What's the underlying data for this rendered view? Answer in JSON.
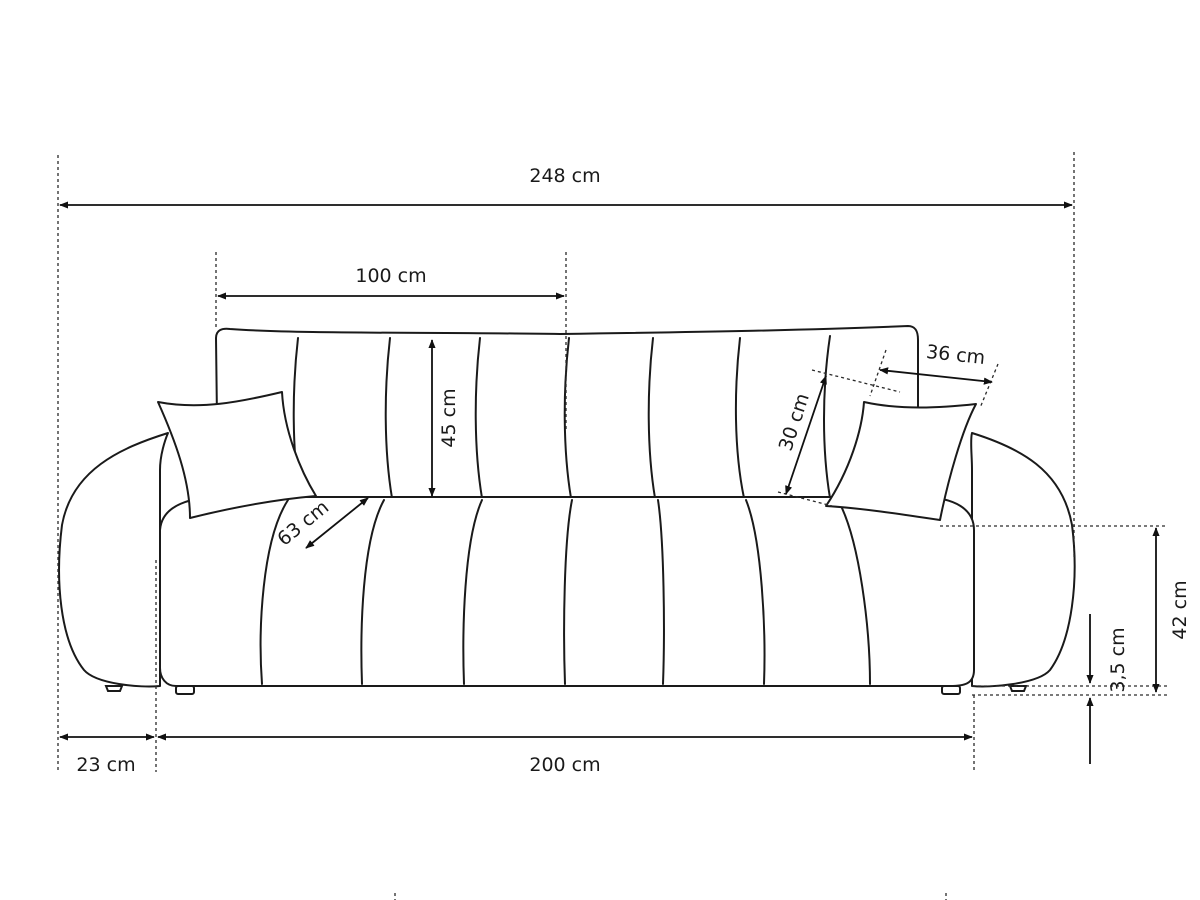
{
  "diagram": {
    "line_color": "#1a1a1a",
    "background": "#ffffff",
    "dimensions": {
      "total_width": "248 cm",
      "backrest_section_width": "100 cm",
      "backrest_height": "45 cm",
      "cushion_height": "30 cm",
      "cushion_width": "36 cm",
      "seat_depth": "63 cm",
      "armrest_width": "23 cm",
      "seat_width": "200 cm",
      "seat_height": "42 cm",
      "leg_height": "3,5 cm"
    }
  }
}
